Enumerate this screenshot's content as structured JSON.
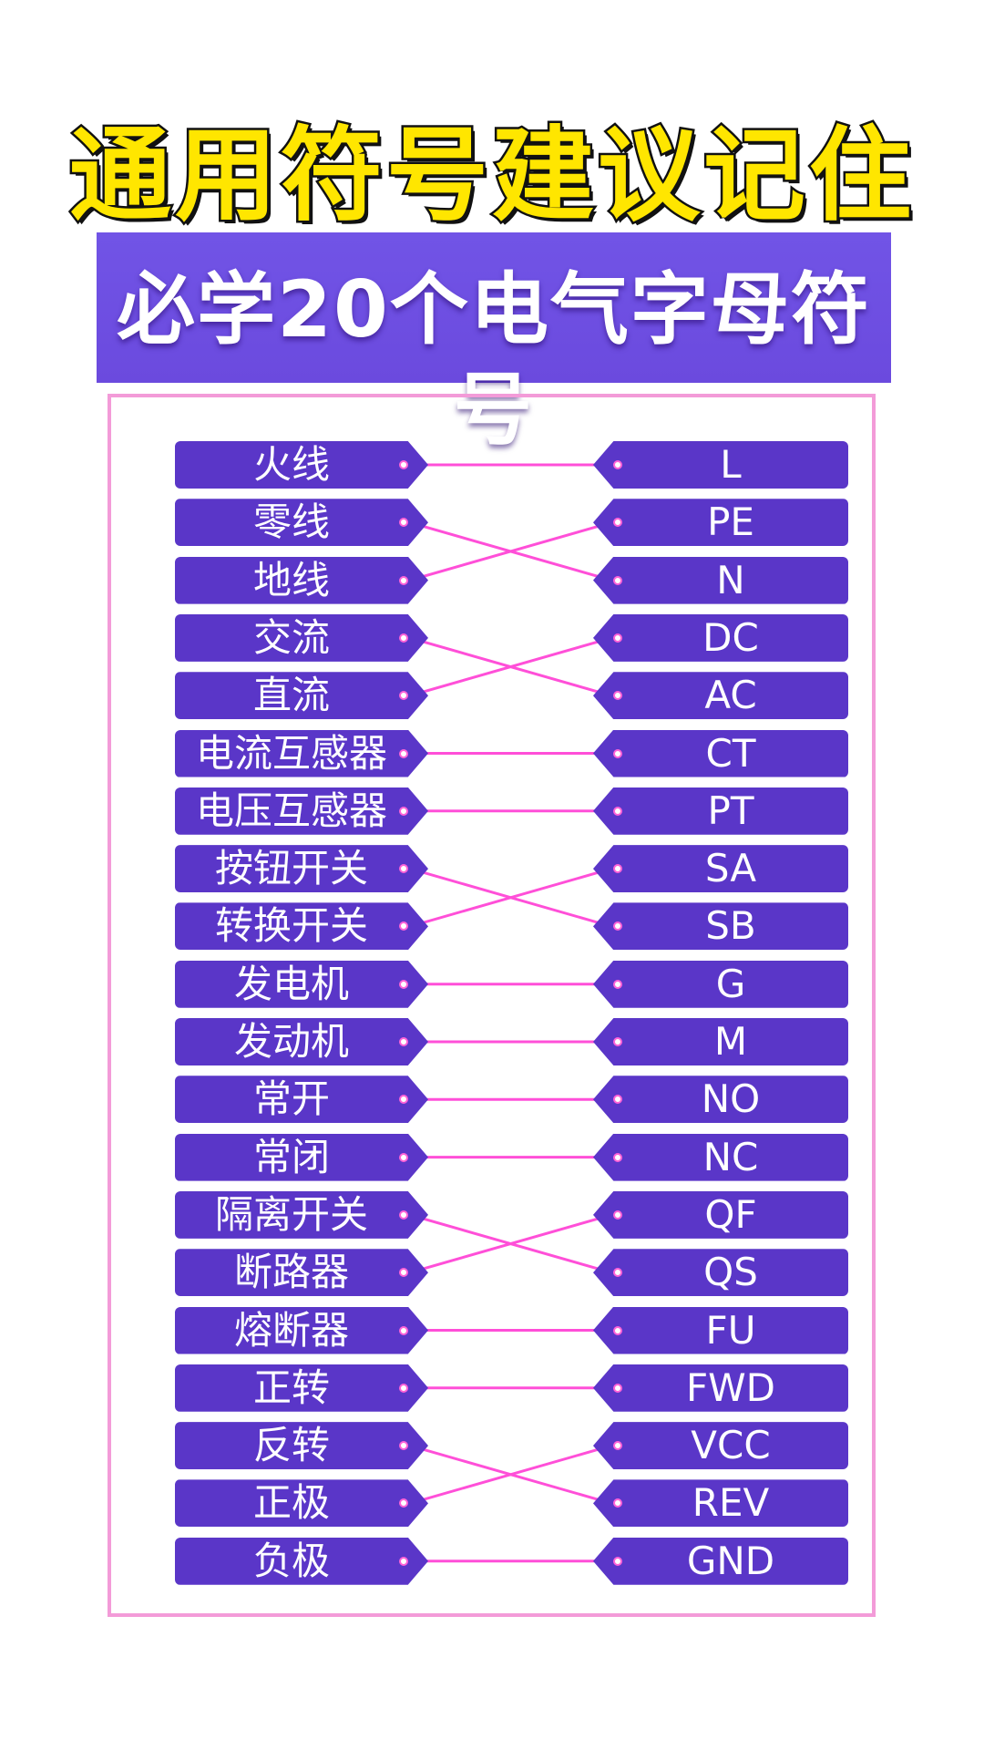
{
  "headline": "通用符号建议记住",
  "banner_title": "必学20个电气字母符号",
  "colors": {
    "headline_fill": "#ffe600",
    "banner": "#7154e6",
    "tag": "#5a36c8",
    "link_line": "#ff4fd8",
    "frame_border": "#f39bd8"
  },
  "left_labels": [
    "火线",
    "零线",
    "地线",
    "交流",
    "直流",
    "电流互感器",
    "电压互感器",
    "按钮开关",
    "转换开关",
    "发电机",
    "发动机",
    "常开",
    "常闭",
    "隔离开关",
    "断路器",
    "熔断器",
    "正转",
    "反转",
    "正极",
    "负极"
  ],
  "right_labels": [
    "L",
    "PE",
    "N",
    "DC",
    "AC",
    "CT",
    "PT",
    "SA",
    "SB",
    "G",
    "M",
    "NO",
    "NC",
    "QF",
    "QS",
    "FU",
    "FWD",
    "VCC",
    "REV",
    "GND"
  ],
  "links": [
    0,
    2,
    1,
    4,
    3,
    5,
    6,
    8,
    7,
    9,
    10,
    11,
    12,
    14,
    13,
    15,
    16,
    18,
    17,
    19
  ]
}
